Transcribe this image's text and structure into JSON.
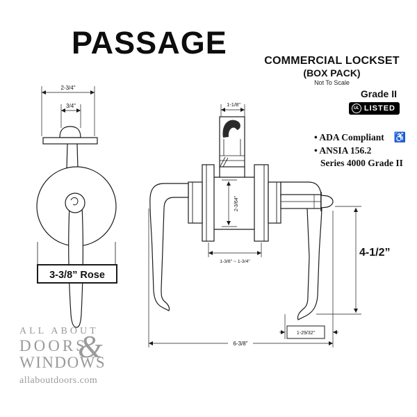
{
  "title": "PASSAGE",
  "product_info": {
    "title": "COMMERCIAL LOCKSET",
    "subtitle": "(BOX PACK)",
    "scale_note": "Not To Scale",
    "grade": "Grade II",
    "ul_badge": {
      "circle_text": "UL",
      "label": "LISTED"
    },
    "bullets": [
      {
        "text": "• ADA Compliant",
        "icon": "♿"
      },
      {
        "text": "• ANSIA 156.2"
      },
      {
        "text": "Series 4000 Grade II"
      }
    ]
  },
  "front_view": {
    "dim_rose_width": "2-3/4\"",
    "dim_lever_width": "3/4\"",
    "rose_label": "3-3/8” Rose"
  },
  "side_view": {
    "dim_chassis_width": "1-1/8\"",
    "dim_hub_height": "2-3/64\"",
    "dim_door_thickness": "1-3/8\" ~ 1-3/4\"",
    "dim_lever_drop": "4-1/2”",
    "dim_latch_tip": "1-29/32\"",
    "dim_overall_width": "6-3/8\""
  },
  "watermark": {
    "line1": "ALL ABOUT",
    "line2": "DOORS",
    "ampersand": "&",
    "line3": "WINDOWS",
    "url": "allaboutdoors.com"
  },
  "colors": {
    "line": "#1a1a1a",
    "watermark": "#9a9a9a",
    "badge_bg": "#000000",
    "badge_text": "#ffffff"
  }
}
